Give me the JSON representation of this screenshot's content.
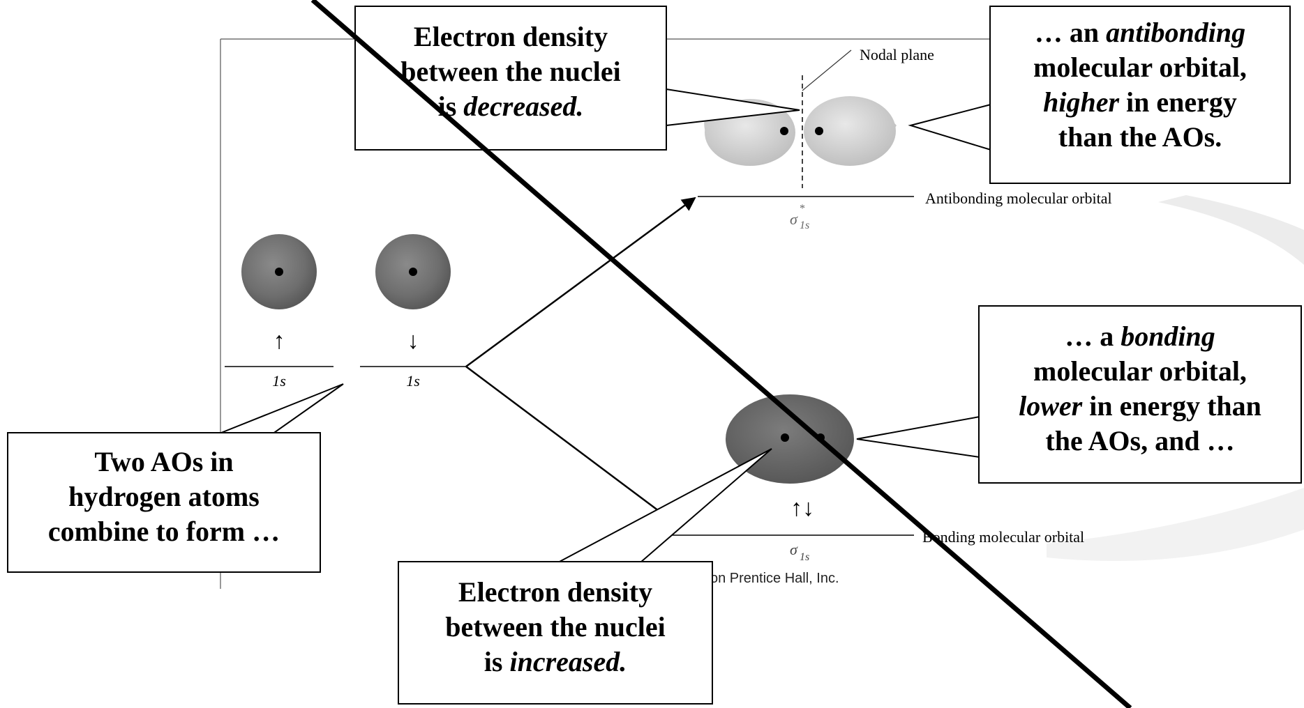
{
  "diagram": {
    "labels": {
      "nodal_plane": "Nodal plane",
      "antibonding_mo": "Antibonding molecular orbital",
      "bonding_mo": "Bonding molecular orbital",
      "sigma_star_symbol": "σ",
      "sigma_star_sup": "*",
      "sigma_star_sub": "1s",
      "sigma_symbol": "σ",
      "sigma_sub": "1s",
      "ao_left": "1s",
      "ao_right": "1s",
      "spin_up": "↑",
      "spin_down": "↓",
      "bonding_pair": "↑↓",
      "copyright_fragment": "on Prentice Hall, Inc."
    },
    "callouts": {
      "top": {
        "line1": "Electron density",
        "line2": "between the nuclei",
        "line3_pre": "is ",
        "line3_em": "decreased."
      },
      "antibonding": {
        "line1_pre": "… an ",
        "line1_em": "antibonding",
        "line2": "molecular orbital,",
        "line3_em": "higher",
        "line3_post": " in energy",
        "line4": "than the AOs."
      },
      "bonding": {
        "line1_pre": "… a ",
        "line1_em": "bonding",
        "line2": "molecular orbital,",
        "line3_em": "lower",
        "line3_post": " in energy than",
        "line4": "the AOs, and …"
      },
      "left": {
        "line1": "Two AOs in",
        "line2": "hydrogen atoms",
        "line3": "combine to form …"
      },
      "bottom": {
        "line1": "Electron density",
        "line2": "between the nuclei",
        "line3_pre": "is ",
        "line3_em": "increased."
      }
    }
  }
}
